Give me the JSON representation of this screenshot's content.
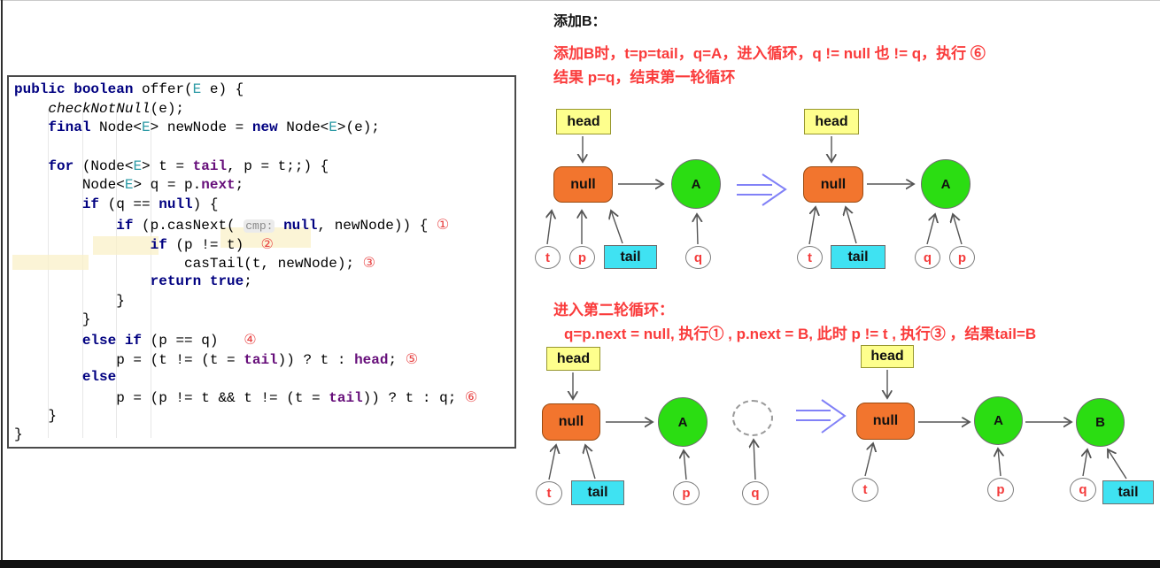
{
  "code": {
    "lines": [
      [
        [
          "kw",
          "public"
        ],
        [
          "pl",
          " "
        ],
        [
          "kw",
          "boolean"
        ],
        [
          "pl",
          " offer("
        ],
        [
          "typ",
          "E"
        ],
        [
          "pl",
          " e) {"
        ]
      ],
      [
        [
          "pl",
          "    "
        ],
        [
          "it",
          "checkNotNull"
        ],
        [
          "pl",
          "(e);"
        ]
      ],
      [
        [
          "pl",
          "    "
        ],
        [
          "kw",
          "final"
        ],
        [
          "pl",
          " Node<"
        ],
        [
          "typ",
          "E"
        ],
        [
          "pl",
          "> newNode = "
        ],
        [
          "kw",
          "new"
        ],
        [
          "pl",
          " Node<"
        ],
        [
          "typ",
          "E"
        ],
        [
          "pl",
          ">(e);"
        ]
      ],
      [],
      [
        [
          "pl",
          "    "
        ],
        [
          "kw",
          "for"
        ],
        [
          "pl",
          " (Node<"
        ],
        [
          "typ",
          "E"
        ],
        [
          "pl",
          "> t = "
        ],
        [
          "fld",
          "tail"
        ],
        [
          "pl",
          ", p = t;;) {"
        ]
      ],
      [
        [
          "pl",
          "        Node<"
        ],
        [
          "typ",
          "E"
        ],
        [
          "pl",
          "> q = p."
        ],
        [
          "fld",
          "next"
        ],
        [
          "pl",
          ";"
        ]
      ],
      [
        [
          "pl",
          "        "
        ],
        [
          "kw",
          "if"
        ],
        [
          "pl",
          " (q == "
        ],
        [
          "kw",
          "null"
        ],
        [
          "pl",
          ") {"
        ]
      ],
      [
        [
          "pl",
          "            "
        ],
        [
          "kw",
          "if"
        ],
        [
          "pl",
          " (p.casNext( "
        ],
        [
          "hint",
          "cmp:"
        ],
        [
          "pl",
          " "
        ],
        [
          "kw",
          "null"
        ],
        [
          "pl",
          ", newNode)) { "
        ],
        [
          "circ",
          "①"
        ]
      ],
      [
        [
          "pl",
          "                "
        ],
        [
          "kw",
          "if"
        ],
        [
          "pl",
          " (p != t)  "
        ],
        [
          "circ",
          "②"
        ]
      ],
      [
        [
          "pl",
          "                    casTail(t, newNode); "
        ],
        [
          "circ",
          "③"
        ]
      ],
      [
        [
          "pl",
          "                "
        ],
        [
          "kw",
          "return"
        ],
        [
          "pl",
          " "
        ],
        [
          "kw",
          "true"
        ],
        [
          "pl",
          ";"
        ]
      ],
      [
        [
          "pl",
          "            }"
        ]
      ],
      [
        [
          "pl",
          "        }"
        ]
      ],
      [
        [
          "pl",
          "        "
        ],
        [
          "kw",
          "else"
        ],
        [
          "pl",
          " "
        ],
        [
          "kw",
          "if"
        ],
        [
          "pl",
          " (p == q)   "
        ],
        [
          "circ",
          "④"
        ]
      ],
      [
        [
          "pl",
          "            p = (t != (t = "
        ],
        [
          "fld",
          "tail"
        ],
        [
          "pl",
          ")) ? t : "
        ],
        [
          "fld",
          "head"
        ],
        [
          "pl",
          "; "
        ],
        [
          "circ",
          "⑤"
        ]
      ],
      [
        [
          "pl",
          "        "
        ],
        [
          "kw",
          "else"
        ]
      ],
      [
        [
          "pl",
          "            p = (p != t && t != (t = "
        ],
        [
          "fld",
          "tail"
        ],
        [
          "pl",
          ")) ? t : q; "
        ],
        [
          "circ",
          "⑥"
        ]
      ],
      [
        [
          "pl",
          "    }"
        ]
      ],
      [
        [
          "pl",
          "}"
        ]
      ]
    ]
  },
  "annotations": {
    "title": "添加B：",
    "step1_line1": "添加B时，t=p=tail，q=A，进入循环，q != null 也 != q，执行 ⑥",
    "step1_line2": "结果 p=q，结束第一轮循环",
    "step2_title": "进入第二轮循环：",
    "step2_line": "q=p.next = null,  执行① , p.next = B, 此时 p != t , 执行③ ，结果tail=B"
  },
  "diagrams": {
    "labels": {
      "head": "head",
      "null_node": "null",
      "a": "A",
      "b": "B",
      "t": "t",
      "p": "p",
      "q": "q",
      "tail": "tail"
    }
  },
  "colors": {
    "head_fill": "#FEFF8D",
    "null_fill": "#F2752E",
    "node_green": "#2BDD12",
    "tail_fill": "#3FE2F2",
    "pointer_letter_red": "#F43B3B",
    "annotation_red": "#FA3B3B",
    "keyword_navy": "#000080",
    "field_purple": "#660E7A",
    "transition_arrow_blue": "#8181F7"
  }
}
